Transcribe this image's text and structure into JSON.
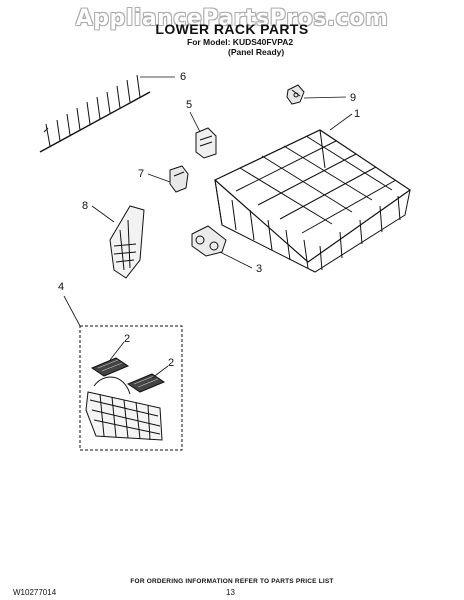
{
  "watermark": "AppliancePartsPros.com",
  "title": "LOWER RACK PARTS",
  "model_line": "For Model: KUDS40FVPA2",
  "model_note": "(Panel Ready)",
  "callouts": {
    "c1": "1",
    "c2a": "2",
    "c2b": "2",
    "c3": "3",
    "c4": "4",
    "c5": "5",
    "c6": "6",
    "c7": "7",
    "c8": "8",
    "c9": "9"
  },
  "footer": {
    "ordering_note": "FOR ORDERING INFORMATION REFER TO PARTS PRICE LIST",
    "doc_number": "W10277014",
    "page_number": "13"
  }
}
